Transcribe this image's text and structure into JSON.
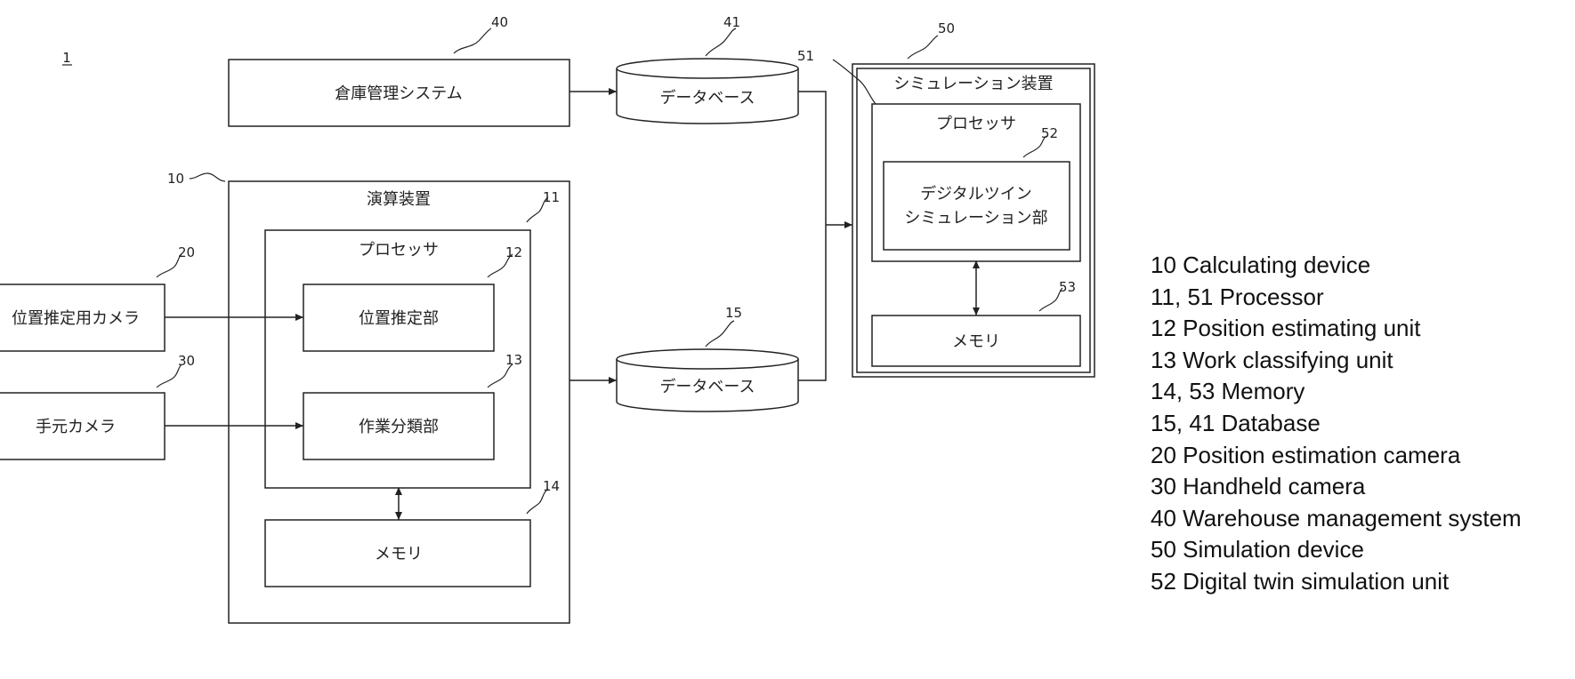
{
  "figure_label": "1",
  "nodes": {
    "wms": {
      "ref": "40",
      "label": "倉庫管理システム"
    },
    "db41": {
      "ref": "41",
      "label": "データベース"
    },
    "calc": {
      "ref": "10",
      "label": "演算装置"
    },
    "calc_proc": {
      "ref": "11",
      "label": "プロセッサ"
    },
    "pos_unit": {
      "ref": "12",
      "label": "位置推定部"
    },
    "work_unit": {
      "ref": "13",
      "label": "作業分類部"
    },
    "calc_mem": {
      "ref": "14",
      "label": "メモリ"
    },
    "db15": {
      "ref": "15",
      "label": "データベース"
    },
    "pos_cam": {
      "ref": "20",
      "label": "位置推定用カメラ"
    },
    "hand_cam": {
      "ref": "30",
      "label": "手元カメラ"
    },
    "sim": {
      "ref": "50",
      "label": "シミュレーション装置"
    },
    "sim_proc": {
      "ref": "51",
      "label": "プロセッサ"
    },
    "twin": {
      "ref": "52",
      "label_line1": "デジタルツイン",
      "label_line2": "シミュレーション部"
    },
    "sim_mem": {
      "ref": "53",
      "label": "メモリ"
    }
  },
  "legend": [
    "10 Calculating device",
    "11, 51  Processor",
    "12 Position estimating unit",
    "13 Work classifying unit",
    "14, 53  Memory",
    "15, 41  Database",
    "20 Position estimation camera",
    "30 Handheld camera",
    "40 Warehouse management system",
    "50 Simulation device",
    "52 Digital twin simulation unit"
  ]
}
